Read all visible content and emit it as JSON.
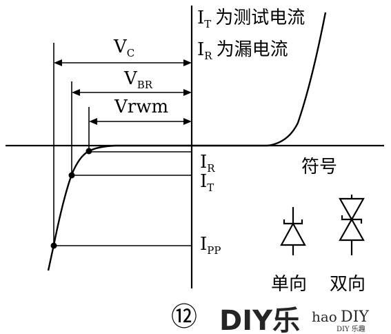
{
  "annotations": {
    "it_main": "I",
    "it_sub": "T",
    "it_desc": "为测试电流",
    "ir_main": "I",
    "ir_sub": "R",
    "ir_desc": "为漏电流"
  },
  "dimensions": {
    "vc_main": "V",
    "vc_sub": "C",
    "vbr_main": "V",
    "vbr_sub": "BR",
    "vrwm": "Vrwm"
  },
  "axis_labels": {
    "ir_main": "I",
    "ir_sub": "R",
    "it_main": "I",
    "it_sub": "T",
    "ipp_main": "I",
    "ipp_sub": "PP"
  },
  "symbol": {
    "title": "符号",
    "unidirectional": "单向",
    "bidirectional": "双向"
  },
  "figure_number": "⑫",
  "watermark": {
    "brand_text": "DIY乐",
    "brand_ascii": "hao",
    "brand_diy": "DIY",
    "small": "DIY 乐趣"
  },
  "colors": {
    "ink": "#000000",
    "watermark_green": "#9fd08a",
    "watermark_gray": "#b0b0b0",
    "watermark_orange": "#f0b070"
  }
}
